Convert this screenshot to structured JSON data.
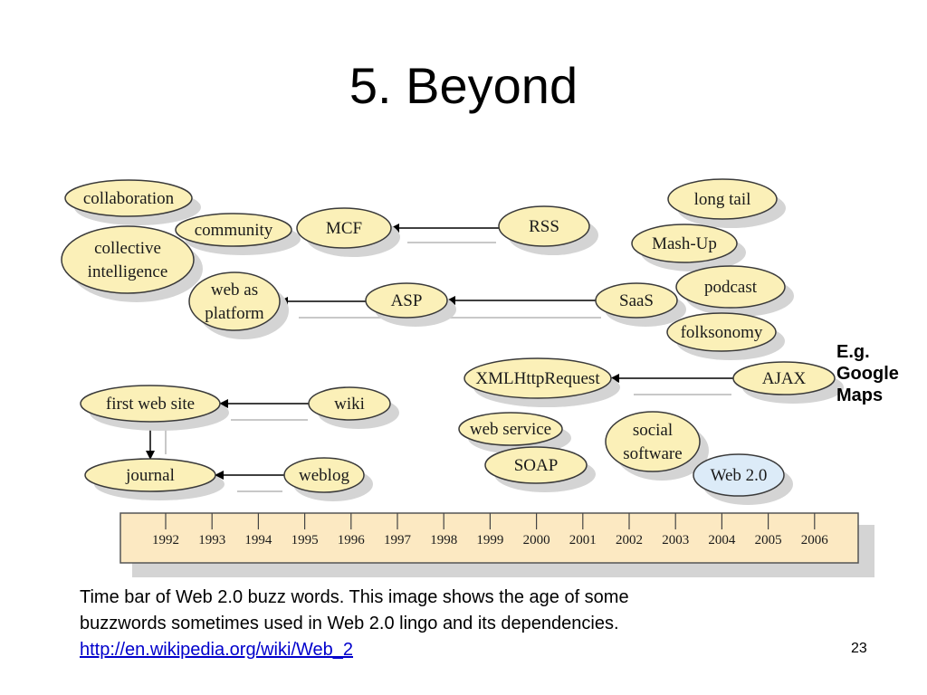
{
  "slide": {
    "title": "5. Beyond",
    "note_lines": [
      "E.g.",
      "Google",
      "Maps"
    ],
    "caption_lines": [
      "Time bar of Web 2.0 buzz words. This image shows the age of some",
      "buzzwords sometimes used in Web 2.0 lingo and its dependencies."
    ],
    "link_text": "http://en.wikipedia.org/wiki/Web_2",
    "page_number": "23"
  },
  "colors": {
    "node_fill": "#fbf0b8",
    "node_highlight_fill": "#dcebf8",
    "node_stroke": "#3a3a3a",
    "shadow": "#d4d4d4",
    "timeline_fill": "#fce9c2",
    "link": "#0000cc"
  },
  "timeline": {
    "years": [
      "1992",
      "1993",
      "1994",
      "1995",
      "1996",
      "1997",
      "1998",
      "1999",
      "2000",
      "2001",
      "2002",
      "2003",
      "2004",
      "2005",
      "2006"
    ]
  },
  "nodes": [
    {
      "id": "collaboration",
      "lines": [
        "collaboration"
      ]
    },
    {
      "id": "community",
      "lines": [
        "community"
      ]
    },
    {
      "id": "mcf",
      "lines": [
        "MCF"
      ]
    },
    {
      "id": "rss",
      "lines": [
        "RSS"
      ]
    },
    {
      "id": "collective-intelligence",
      "lines": [
        "collective",
        "intelligence"
      ]
    },
    {
      "id": "web-as-platform",
      "lines": [
        "web as",
        "platform"
      ]
    },
    {
      "id": "asp",
      "lines": [
        "ASP"
      ]
    },
    {
      "id": "saas",
      "lines": [
        "SaaS"
      ]
    },
    {
      "id": "long-tail",
      "lines": [
        "long tail"
      ]
    },
    {
      "id": "mash-up",
      "lines": [
        "Mash-Up"
      ]
    },
    {
      "id": "podcast",
      "lines": [
        "podcast"
      ]
    },
    {
      "id": "folksonomy",
      "lines": [
        "folksonomy"
      ]
    },
    {
      "id": "xmlhttprequest",
      "lines": [
        "XMLHttpRequest"
      ]
    },
    {
      "id": "ajax",
      "lines": [
        "AJAX"
      ]
    },
    {
      "id": "first-web-site",
      "lines": [
        "first web site"
      ]
    },
    {
      "id": "wiki",
      "lines": [
        "wiki"
      ]
    },
    {
      "id": "journal",
      "lines": [
        "journal"
      ]
    },
    {
      "id": "weblog",
      "lines": [
        "weblog"
      ]
    },
    {
      "id": "web-service",
      "lines": [
        "web service"
      ]
    },
    {
      "id": "soap",
      "lines": [
        "SOAP"
      ]
    },
    {
      "id": "social-software",
      "lines": [
        "social",
        "software"
      ]
    },
    {
      "id": "web-2-0",
      "lines": [
        "Web 2.0"
      ],
      "highlight": true
    }
  ],
  "edges": [
    {
      "from": "rss",
      "to": "mcf"
    },
    {
      "from": "asp",
      "to": "web-as-platform"
    },
    {
      "from": "saas",
      "to": "asp"
    },
    {
      "from": "ajax",
      "to": "xmlhttprequest"
    },
    {
      "from": "wiki",
      "to": "first-web-site"
    },
    {
      "from": "weblog",
      "to": "journal"
    },
    {
      "from": "first-web-site",
      "to": "journal"
    }
  ]
}
